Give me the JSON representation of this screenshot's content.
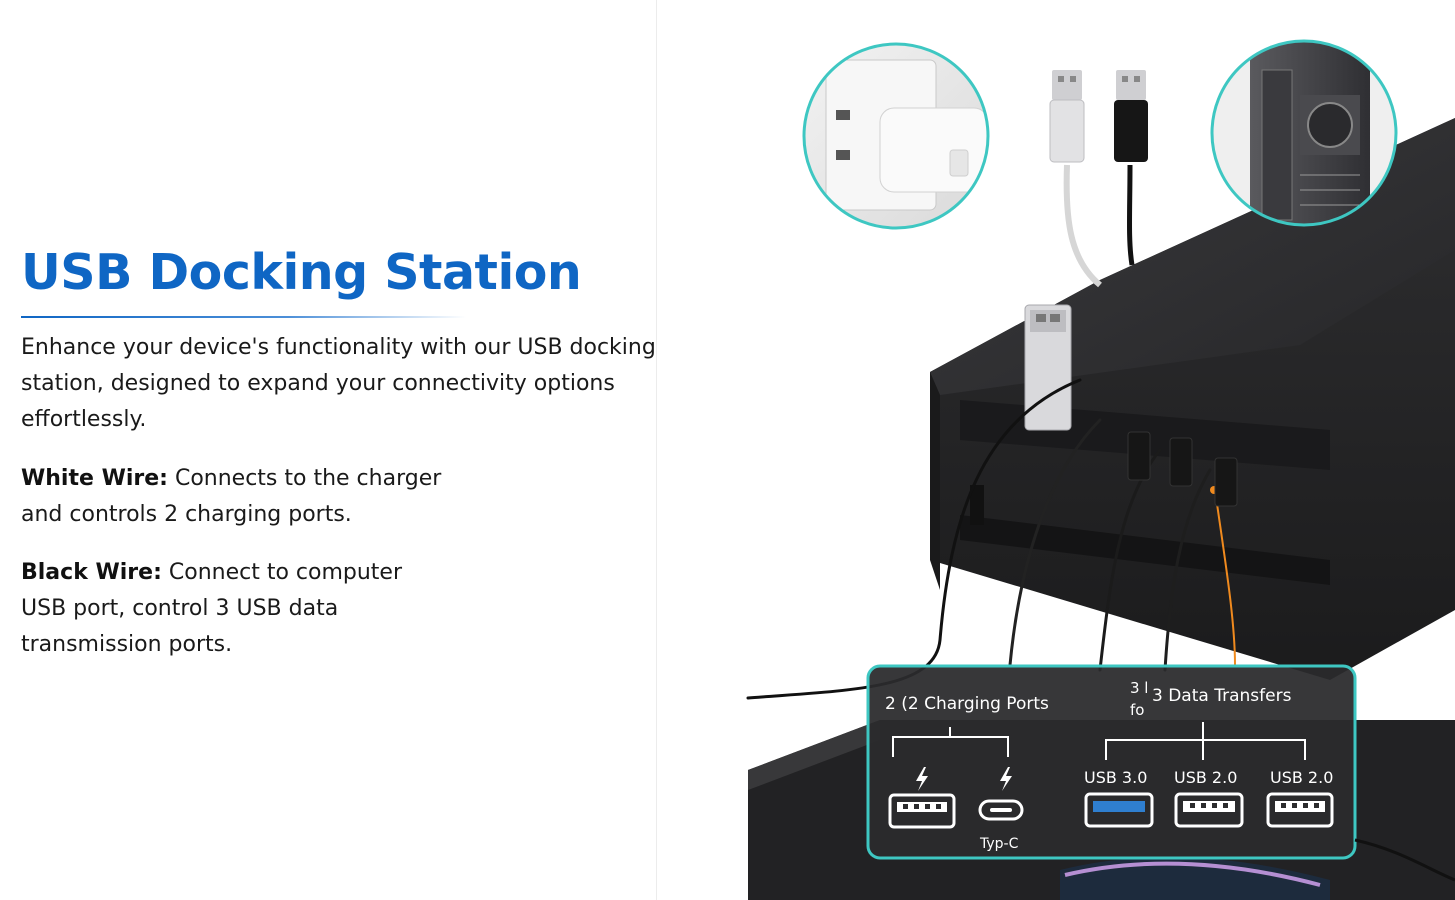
{
  "title": "USB Docking Station",
  "intro": "Enhance your device's functionality with our USB docking station, designed to expand your connectivity options effortlessly.",
  "features": [
    {
      "label": "White Wire:",
      "text": "Connects to the charger and controls 2 charging ports."
    },
    {
      "label": "Black Wire:",
      "text": "Connect to computer USB port, control 3 USB data transmission ports."
    }
  ],
  "callout": {
    "charging_label": "2 (2 Charging Ports",
    "data_label": "3 Data Transfers",
    "data_label_overlap_top": "3 l",
    "data_label_overlap_bottom": "fo",
    "typec_label": "Typ-C",
    "ports": [
      "USB 3.0",
      "USB 2.0",
      "USB 2.0"
    ]
  },
  "colors": {
    "title_blue": "#0f66c4",
    "callout_border": "#3ec7c2",
    "usb3_blue": "#2f7fd0",
    "data_wire_orange": "#f08a1e",
    "monitor_stand": "#2b2b2d"
  }
}
